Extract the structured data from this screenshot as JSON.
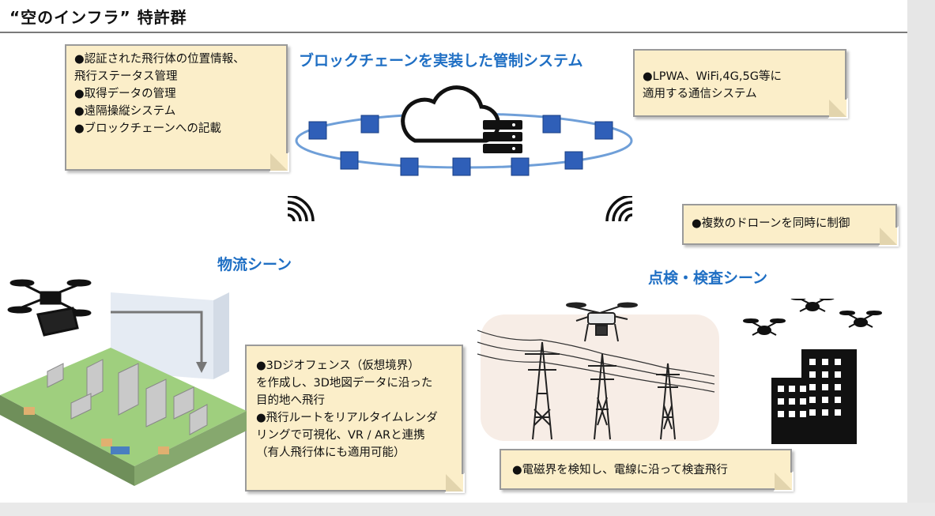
{
  "title": "“空のインフラ” 特許群",
  "headings": {
    "blockchain": "ブロックチェーンを実装した管制システム",
    "logistics": "物流シーン",
    "inspection": "点検・検査シーン"
  },
  "notes": {
    "control": [
      "●認証された飛行体の位置情報、",
      "飛行ステータス管理",
      "●取得データの管理",
      "●遠隔操縦システム",
      "●ブロックチェーンへの記載"
    ],
    "comm": [
      "●LPWA、WiFi,4G,5G等に",
      "適用する通信システム"
    ],
    "multi": [
      "●複数のドローンを同時に制御"
    ],
    "geofence": [
      "●3Dジオフェンス（仮想境界）",
      "を作成し、3D地図データに沿った",
      "目的地へ飛行",
      "●飛行ルートをリアルタイムレンダ",
      "リングで可視化、VR / ARと連携",
      "（有人飛行体にも適用可能）"
    ],
    "emf": [
      "●電磁界を検知し、電線に沿って検査飛行"
    ]
  },
  "icons": {
    "cloud": "cloud-icon",
    "server": "server-icon",
    "signal_left": "wifi-signal-icon",
    "signal_right": "wifi-signal-icon",
    "drone": "drone-icon",
    "building": "building-icon",
    "tower": "power-tower-icon"
  },
  "colors": {
    "heading": "#1f6fc4",
    "note_bg": "#fbeec9",
    "node": "#2f5fb8",
    "ring": "#6f9fd8"
  }
}
